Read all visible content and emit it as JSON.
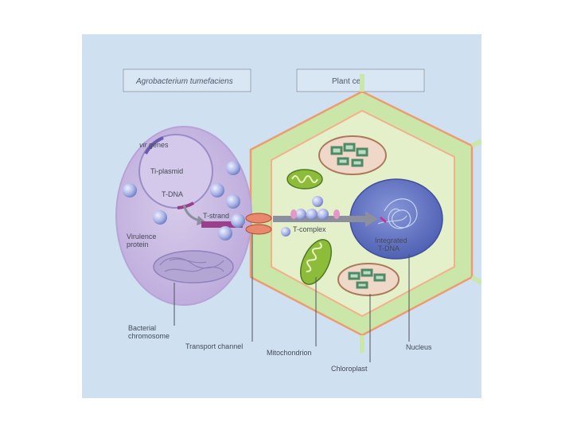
{
  "headers": {
    "bacterium": "Agrobacterium tumefaciens",
    "plant": "Plant cell"
  },
  "labels": {
    "vir_genes_italic": "vir",
    "vir_genes_rest": " genes",
    "ti_plasmid": "Ti-plasmid",
    "t_dna": "T-DNA",
    "t_strand": "T-strand",
    "virulence_line1": "Virulence",
    "virulence_line2": "protein",
    "bacterial_line1": "Bacterial",
    "bacterial_line2": "chromosome",
    "transport_channel": "Transport channel",
    "t_complex": "T-complex",
    "integrated_line1": "Integrated",
    "integrated_line2": "T-DNA",
    "mitochondrion": "Mitochondrion",
    "chloroplast": "Chloroplast",
    "nucleus": "Nucleus"
  },
  "colors": {
    "panel_bg": "#cfe1f1",
    "bacterium_fill": "#c7b8df",
    "bacterium_outline": "#b7a3d6",
    "cell_wall": "#cbe6a9",
    "cell_wall_edge": "#ef9b71",
    "cytoplasm": "#e4f0c9",
    "nucleus": "#5d6fc0",
    "t_strand": "#9a3f8c",
    "channel": "#e8896e",
    "mitochondrion": "#8cbc3a",
    "chloroplast_fill": "#f0d8c8",
    "protein_bead": "#aab4e6"
  }
}
